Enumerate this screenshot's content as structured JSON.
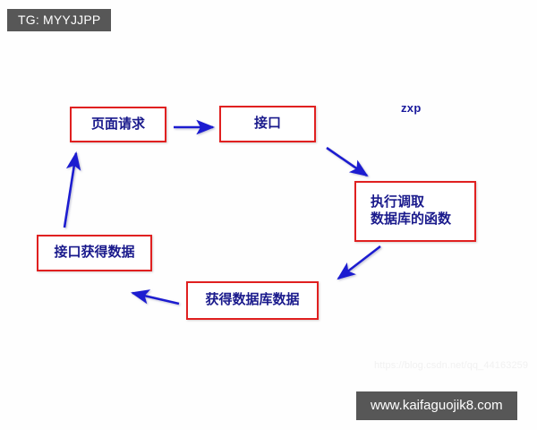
{
  "top_banner": {
    "label": "TG: MYYJJPP"
  },
  "site_banner": {
    "label": "www.kaifaguojik8.com"
  },
  "watermark": {
    "text": "https://blog.csdn.net/qq_44163259"
  },
  "signature": {
    "label": "zxp"
  },
  "colors": {
    "box_border": "#e02020",
    "box_text": "#1a1a8c",
    "arrow": "#1a1ad0",
    "banner_bg": "#575757",
    "banner_text": "#ffffff",
    "background": "#fefefe"
  },
  "diagram": {
    "title": "",
    "nodes": [
      {
        "id": "page-request",
        "label": "页面请求"
      },
      {
        "id": "interface",
        "label": "接口"
      },
      {
        "id": "db-function",
        "label": "执行调取\n数据库的函数"
      },
      {
        "id": "db-data",
        "label": "获得数据库数据"
      },
      {
        "id": "iface-data",
        "label": "接口获得数据"
      }
    ],
    "edges": [
      {
        "from": "page-request",
        "to": "interface",
        "direction": "right"
      },
      {
        "from": "interface",
        "to": "db-function",
        "direction": "down-right"
      },
      {
        "from": "db-function",
        "to": "db-data",
        "direction": "down-left"
      },
      {
        "from": "db-data",
        "to": "iface-data",
        "direction": "left"
      },
      {
        "from": "iface-data",
        "to": "page-request",
        "direction": "up"
      }
    ]
  }
}
